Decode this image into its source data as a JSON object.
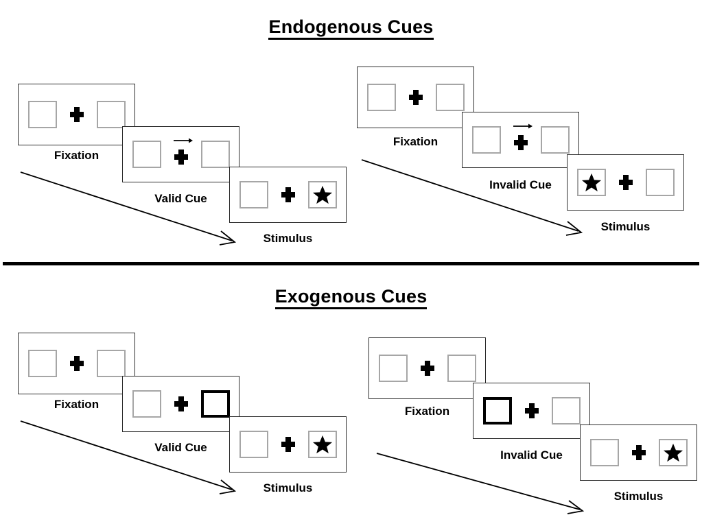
{
  "figure": {
    "title_endogenous": "Endogenous Cues",
    "title_exogenous": "Exogenous Cues"
  },
  "captions": {
    "fixation": "Fixation",
    "valid_cue": "Valid Cue",
    "invalid_cue": "Invalid Cue",
    "stimulus": "Stimulus"
  },
  "icons": {
    "fixation_cross": "plus-cross-icon",
    "arrow_cue_right": "arrow-right-icon",
    "target_star": "star-icon",
    "time_arrow": "diagonal-arrow-icon"
  },
  "colors": {
    "box_border": "#a6a6a6",
    "cued_box_border": "#000000",
    "panel_border": "#2b2b2b",
    "ink": "#000000",
    "background": "#ffffff"
  },
  "sequences": [
    {
      "id": "endogenous-valid",
      "cue_type": "endogenous",
      "validity": "valid",
      "frames": [
        {
          "caption": "Fixation",
          "left_box": "empty",
          "right_box": "empty",
          "cue": "none",
          "target_side": "none"
        },
        {
          "caption": "Valid Cue",
          "left_box": "empty",
          "right_box": "empty",
          "cue": "arrow-right",
          "target_side": "none"
        },
        {
          "caption": "Stimulus",
          "left_box": "empty",
          "right_box": "star",
          "cue": "none",
          "target_side": "right"
        }
      ]
    },
    {
      "id": "endogenous-invalid",
      "cue_type": "endogenous",
      "validity": "invalid",
      "frames": [
        {
          "caption": "Fixation",
          "left_box": "empty",
          "right_box": "empty",
          "cue": "none",
          "target_side": "none"
        },
        {
          "caption": "Invalid Cue",
          "left_box": "empty",
          "right_box": "empty",
          "cue": "arrow-right",
          "target_side": "none"
        },
        {
          "caption": "Stimulus",
          "left_box": "star",
          "right_box": "empty",
          "cue": "none",
          "target_side": "left"
        }
      ]
    },
    {
      "id": "exogenous-valid",
      "cue_type": "exogenous",
      "validity": "valid",
      "frames": [
        {
          "caption": "Fixation",
          "left_box": "empty",
          "right_box": "empty",
          "cue": "none",
          "target_side": "none"
        },
        {
          "caption": "Valid Cue",
          "left_box": "empty",
          "right_box": "highlighted",
          "cue": "peripheral-right",
          "target_side": "none"
        },
        {
          "caption": "Stimulus",
          "left_box": "empty",
          "right_box": "star",
          "cue": "none",
          "target_side": "right"
        }
      ]
    },
    {
      "id": "exogenous-invalid",
      "cue_type": "exogenous",
      "validity": "invalid",
      "frames": [
        {
          "caption": "Fixation",
          "left_box": "empty",
          "right_box": "empty",
          "cue": "none",
          "target_side": "none"
        },
        {
          "caption": "Invalid Cue",
          "left_box": "highlighted",
          "right_box": "empty",
          "cue": "peripheral-left",
          "target_side": "none"
        },
        {
          "caption": "Stimulus",
          "left_box": "empty",
          "right_box": "star",
          "cue": "none",
          "target_side": "right"
        }
      ]
    }
  ]
}
